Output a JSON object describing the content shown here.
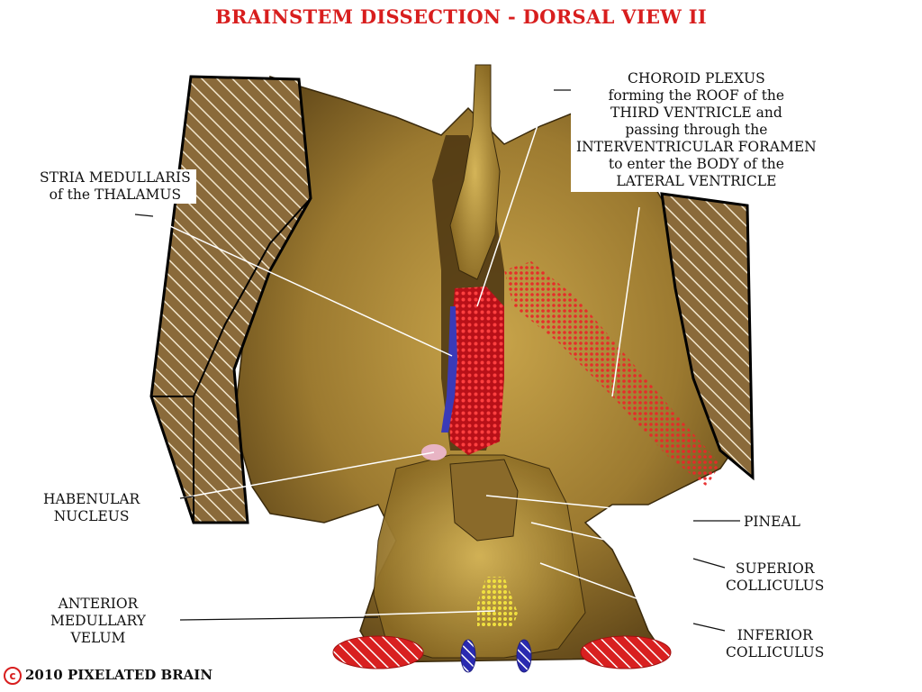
{
  "title": "BRAINSTEM DISSECTION - DORSAL VIEW II",
  "labels": {
    "stria_line1": "STRIA MEDULLARIS",
    "stria_line2": "of the THALAMUS",
    "choroid_line1": "CHOROID PLEXUS",
    "choroid_line2": "forming the ROOF of the",
    "choroid_line3": "THIRD VENTRICLE and",
    "choroid_line4": "passing through the",
    "choroid_line5": "INTERVENTRICULAR FORAMEN",
    "choroid_line6": "to enter the BODY of the",
    "choroid_line7": "LATERAL VENTRICLE",
    "habenular_line1": "HABENULAR",
    "habenular_line2": "NUCLEUS",
    "pineal": "PINEAL",
    "superior_line1": "SUPERIOR",
    "superior_line2": "COLLICULUS",
    "anterior_line1": "ANTERIOR",
    "anterior_line2": "MEDULLARY",
    "anterior_line3": "VELUM",
    "inferior_line1": "INFERIOR",
    "inferior_line2": "COLLICULUS"
  },
  "copyright": {
    "symbol": "c",
    "text": "2010  PIXELATED BRAIN"
  },
  "colors": {
    "title": "#d81e1e",
    "tissue": "#9a7a2e",
    "stria_marker": "#3a3ab8",
    "choroid_marker": "#c8141e",
    "velum_marker": "#e6d23a",
    "habenular_marker": "#e8b4c4"
  }
}
